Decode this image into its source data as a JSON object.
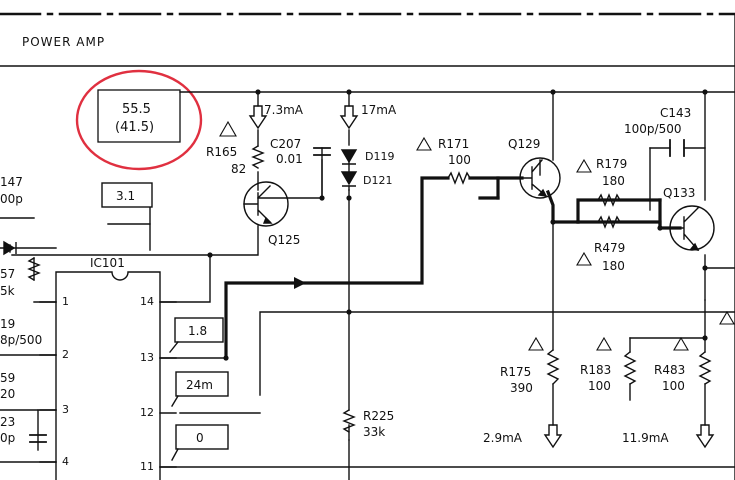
{
  "header": {
    "title": "POWER AMP"
  },
  "callouts": {
    "voltage_top": "55.5",
    "voltage_bottom": "(41.5)",
    "pin_box_3v": "3.1",
    "pin_box_13": "1.8",
    "pin_box_12": "24m",
    "pin_box_11": "0"
  },
  "components": {
    "q125": "Q125",
    "q129": "Q129",
    "q133": "Q133",
    "ic101": "IC101",
    "r165": {
      "ref": "R165",
      "value": "82"
    },
    "c207": {
      "ref": "C207",
      "value": "0.01"
    },
    "d119": "D119",
    "d121": "D121",
    "r171": {
      "ref": "R171",
      "value": "100"
    },
    "c143": {
      "ref": "C143",
      "value": "100p/500"
    },
    "r179": {
      "ref": "R179",
      "value": "180"
    },
    "r479": {
      "ref": "R479",
      "value": "180"
    },
    "r175": {
      "ref": "R175",
      "value": "390"
    },
    "r183": {
      "ref": "R183",
      "value": "100"
    },
    "r483": {
      "ref": "R483",
      "value": "100"
    },
    "r225": {
      "ref": "R225",
      "value": "33k"
    }
  },
  "currents": {
    "i1": "7.3mA",
    "i2": "17mA",
    "i3": "2.9mA",
    "i4": "11.9mA"
  },
  "ic_pins": {
    "p1": "1",
    "p2": "2",
    "p3": "3",
    "p4": "4",
    "p14": "14",
    "p13": "13",
    "p12": "12",
    "p11": "11"
  },
  "left_partials": [
    "147",
    "00p",
    "57",
    "5k",
    "19",
    "8p/500",
    "59",
    "20",
    "23",
    "0p"
  ],
  "colors": {
    "annotation": "#e03040",
    "ink": "#111111"
  }
}
